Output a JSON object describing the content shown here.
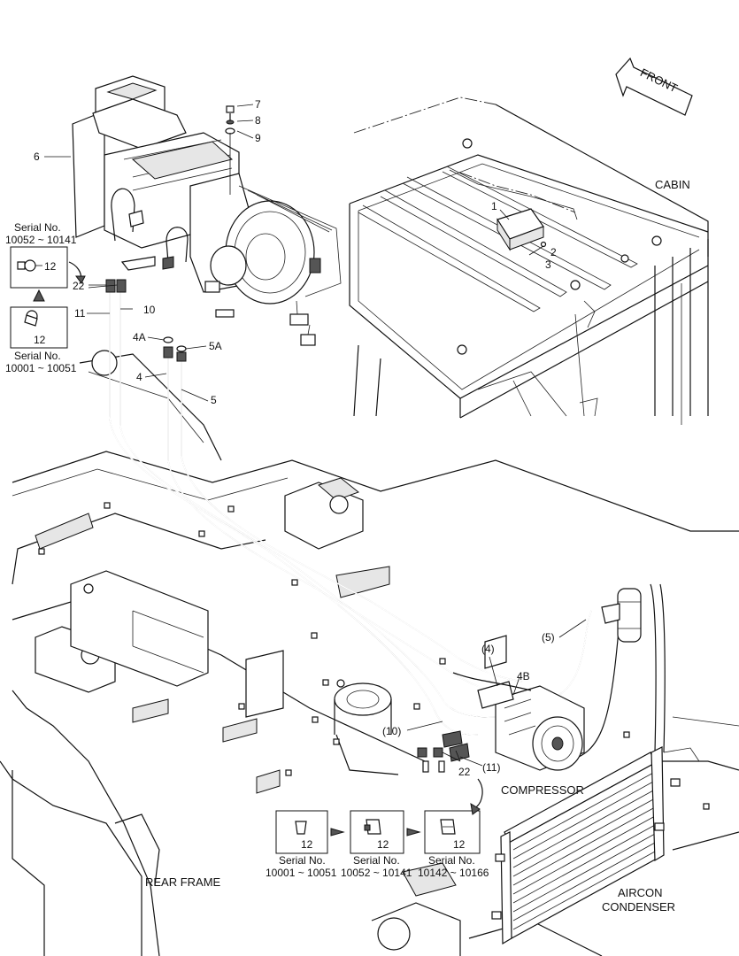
{
  "labels": {
    "front": "FRONT",
    "cabin": "CABIN",
    "compressor": "COMPRESSOR",
    "rear_frame": "REAR FRAME",
    "aircon_line1": "AIRCON",
    "aircon_line2": "CONDENSER"
  },
  "callouts": {
    "c1": "1",
    "c2": "2",
    "c3": "3",
    "c4": "4",
    "c4a": "4A",
    "c4b": "4B",
    "c4p": "(4)",
    "c5": "5",
    "c5a": "5A",
    "c5p": "(5)",
    "c6": "6",
    "c7": "7",
    "c8": "8",
    "c9": "9",
    "c10": "10",
    "c10p": "(10)",
    "c11": "11",
    "c11p": "(11)",
    "c22a": "22",
    "c22b": "22"
  },
  "serial_boxes": [
    {
      "part": "12",
      "serial_label": "Serial No.",
      "range": "10052 ~ 10141"
    },
    {
      "part": "12",
      "serial_label": "Serial No.",
      "range": "10001 ~ 10051"
    },
    {
      "part": "12",
      "serial_label": "Serial No.",
      "range": "10001 ~ 10051"
    },
    {
      "part": "12",
      "serial_label": "Serial No.",
      "range": "10052 ~ 10141"
    },
    {
      "part": "12",
      "serial_label": "Serial No.",
      "range": "10142 ~ 10166"
    }
  ]
}
